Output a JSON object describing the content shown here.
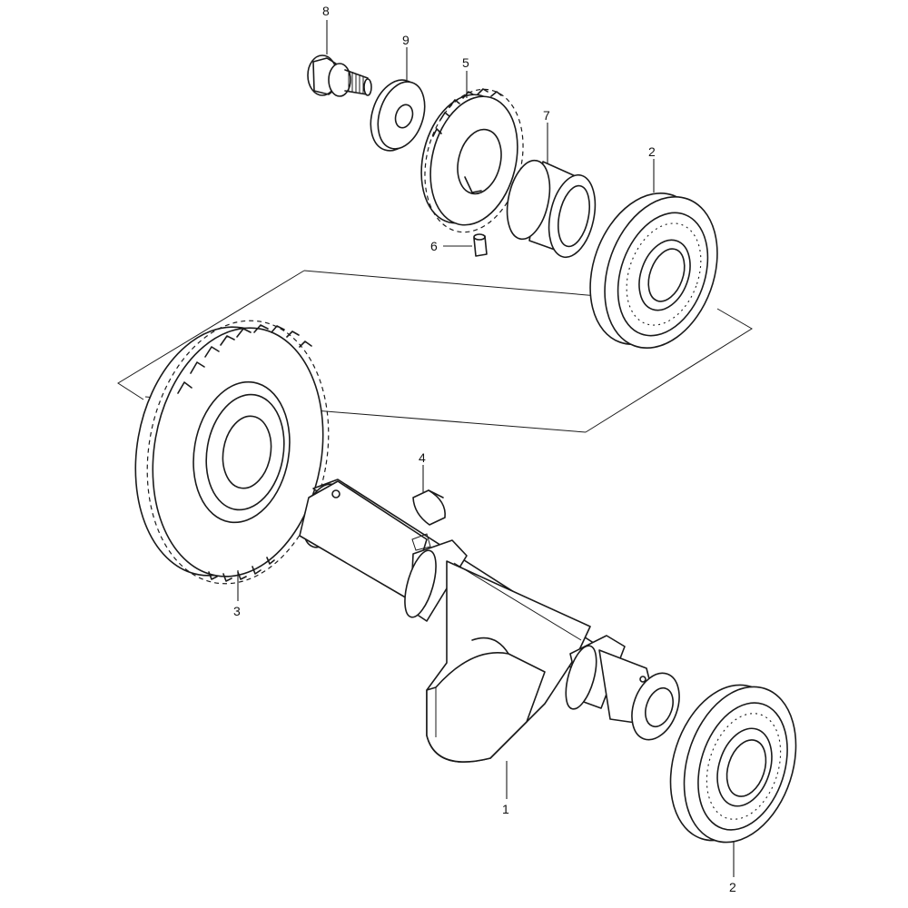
{
  "callouts": {
    "p8": "8",
    "p9": "9",
    "p5": "5",
    "p7": "7",
    "p2_top": "2",
    "p6": "6",
    "p4": "4",
    "p3": "3",
    "p1": "1",
    "p2_bottom": "2"
  },
  "icons": {
    "bolt": "flange-bolt-icon",
    "washer": "washer-icon",
    "small_gear": "drive-gear-icon",
    "spacer": "spacer-sleeve-icon",
    "bearing": "ball-bearing-icon",
    "pin": "dowel-pin-icon",
    "key": "woodruff-key-icon",
    "large_gear": "driven-gear-icon",
    "balancer": "balancer-shaft-icon"
  }
}
